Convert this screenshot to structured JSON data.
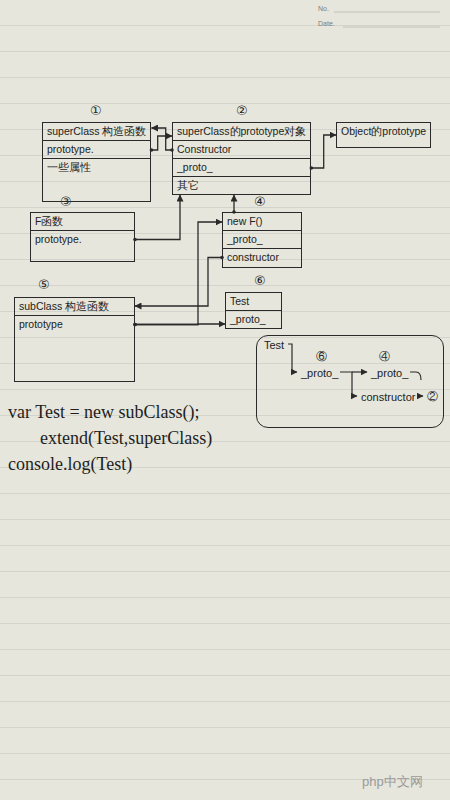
{
  "diagram": {
    "nodes": [
      {
        "text": [
          "superClass 构造函数",
          "prototype.",
          "一些属性"
        ]
      },
      {
        "text": [
          "superClass的prototype对象",
          "Constructor",
          "_proto_",
          "其它"
        ]
      },
      {
        "text": [
          "Object的prototype"
        ]
      },
      {
        "text": [
          "F函数",
          "prototype."
        ]
      },
      {
        "text": [
          "new F()",
          "_proto_",
          "constructor"
        ]
      },
      {
        "text": [
          "subClass 构造函数",
          "prototype"
        ]
      },
      {
        "text": [
          "Test",
          "_proto_"
        ]
      },
      {
        "text": [
          "Test",
          "⑥",
          "_proto_",
          "④",
          "_proto_",
          "constructor",
          "②"
        ]
      }
    ],
    "edges": [
      {
        "from": 0,
        "to": 1,
        "arrow": "to"
      },
      {
        "from": 1,
        "to": 0,
        "arrow": "to"
      },
      {
        "from": 1,
        "to": 2,
        "arrow": "to"
      },
      {
        "from": 3,
        "to": 1,
        "arrow": "to"
      },
      {
        "from": 4,
        "to": 1,
        "arrow": "to"
      },
      {
        "from": 4,
        "to": 5,
        "arrow": "to"
      },
      {
        "from": 5,
        "to": 4,
        "arrow": "to"
      },
      {
        "from": 5,
        "to": 6,
        "arrow": "to"
      }
    ],
    "labels": [
      "No.",
      "Date.",
      "①",
      "②",
      "③",
      "④",
      "⑤",
      "⑥",
      "var Test = new subClass();",
      "extend(Test,superClass)",
      "console.log(Test)",
      "php中文网"
    ]
  }
}
